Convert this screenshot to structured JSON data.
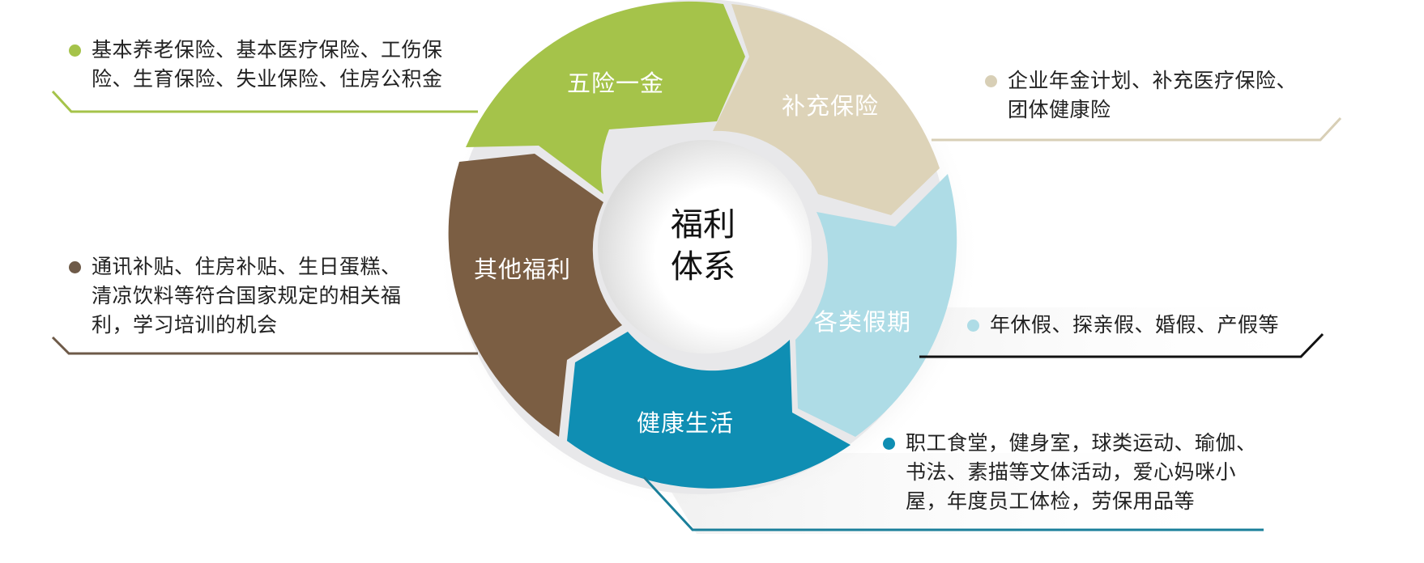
{
  "diagram": {
    "type": "cycle-wheel",
    "center": {
      "line1": "福利",
      "line2": "体系"
    },
    "segments": [
      {
        "id": "five-insurances",
        "label": "五险一金",
        "color": "#A5C34A",
        "line_color": "#A5C34A",
        "description": {
          "lines": [
            "基本养老保险、基本医疗保险、工伤保",
            "险、生育保险、失业保险、住房公积金"
          ]
        }
      },
      {
        "id": "supplementary-insurance",
        "label": "补充保险",
        "color": "#DDD3B8",
        "line_color": "#D8CFB6",
        "description": {
          "lines": [
            "企业年金计划、补充医疗保险、",
            "团体健康险"
          ]
        }
      },
      {
        "id": "holidays",
        "label": "各类假期",
        "color": "#AEDCE6",
        "line_color": "#111111",
        "description": {
          "lines": [
            "年休假、探亲假、婚假、产假等"
          ]
        }
      },
      {
        "id": "healthy-life",
        "label": "健康生活",
        "color": "#0F8EB3",
        "line_color": "#1A7F9A",
        "description": {
          "lines": [
            "职工食堂，健身室，球类运动、瑜伽、",
            "书法、素描等文体活动，爱心妈咪小",
            "屋，年度员工体检，劳保用品等"
          ]
        }
      },
      {
        "id": "other-benefits",
        "label": "其他福利",
        "color": "#7B5E43",
        "line_color": "#6E5A48",
        "description": {
          "lines": [
            "通讯补贴、住房补贴、生日蛋糕、",
            "清凉饮料等符合国家规定的相关福",
            "利，学习培训的机会"
          ]
        }
      }
    ]
  }
}
